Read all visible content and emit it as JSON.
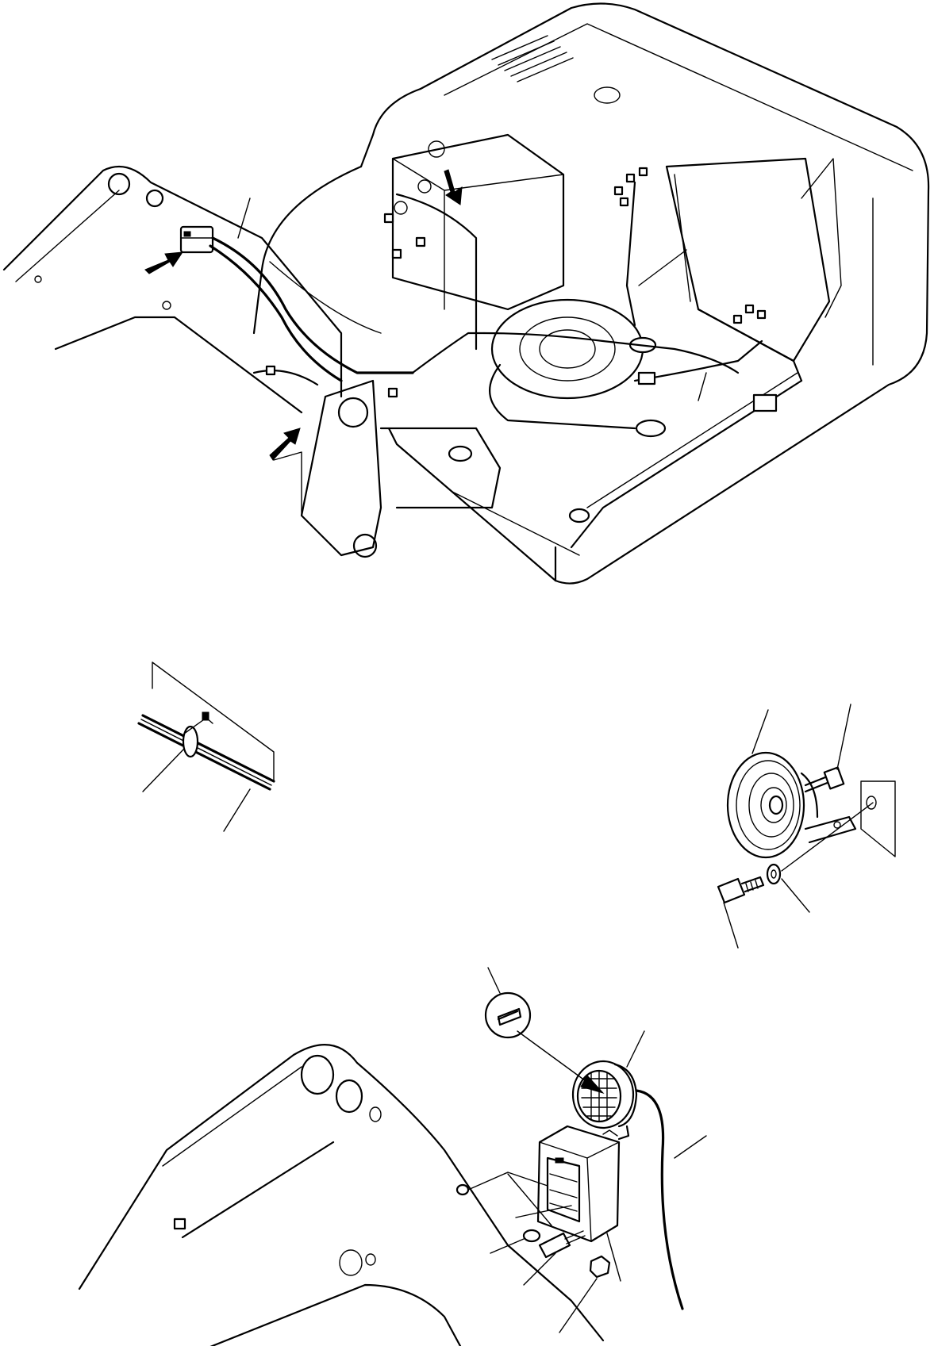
{
  "diagram": {
    "views": [
      {
        "id": "machine-overview",
        "arrows": 3
      },
      {
        "id": "cable-tie-detail"
      },
      {
        "id": "horn-mounting-detail"
      },
      {
        "id": "work-lamp-mounting-detail"
      }
    ],
    "colors": {
      "line": "#000000",
      "background": "#ffffff"
    }
  }
}
